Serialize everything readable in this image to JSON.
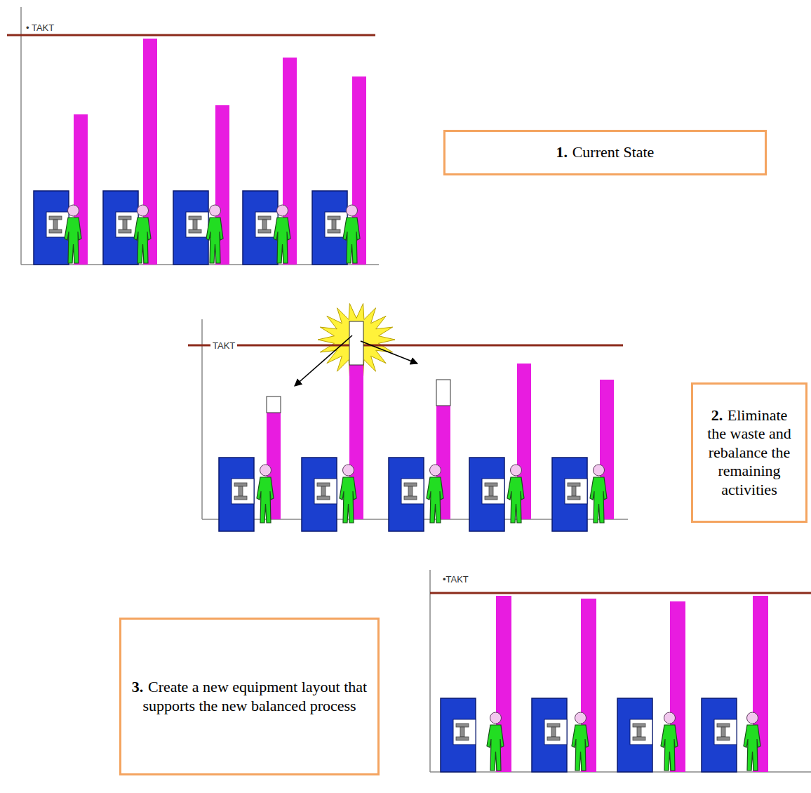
{
  "diagram": {
    "nodes": [
      {
        "text": [
          "1.",
          "Current State"
        ]
      },
      {
        "text": [
          "2.",
          "Eliminate the waste and rebalance the remaining activities"
        ]
      },
      {
        "text": [
          "3.",
          "Create a new equipment layout that supports the new balanced process"
        ]
      }
    ],
    "labels": [
      "• TAKT",
      "TAKT",
      "•TAKT"
    ]
  }
}
